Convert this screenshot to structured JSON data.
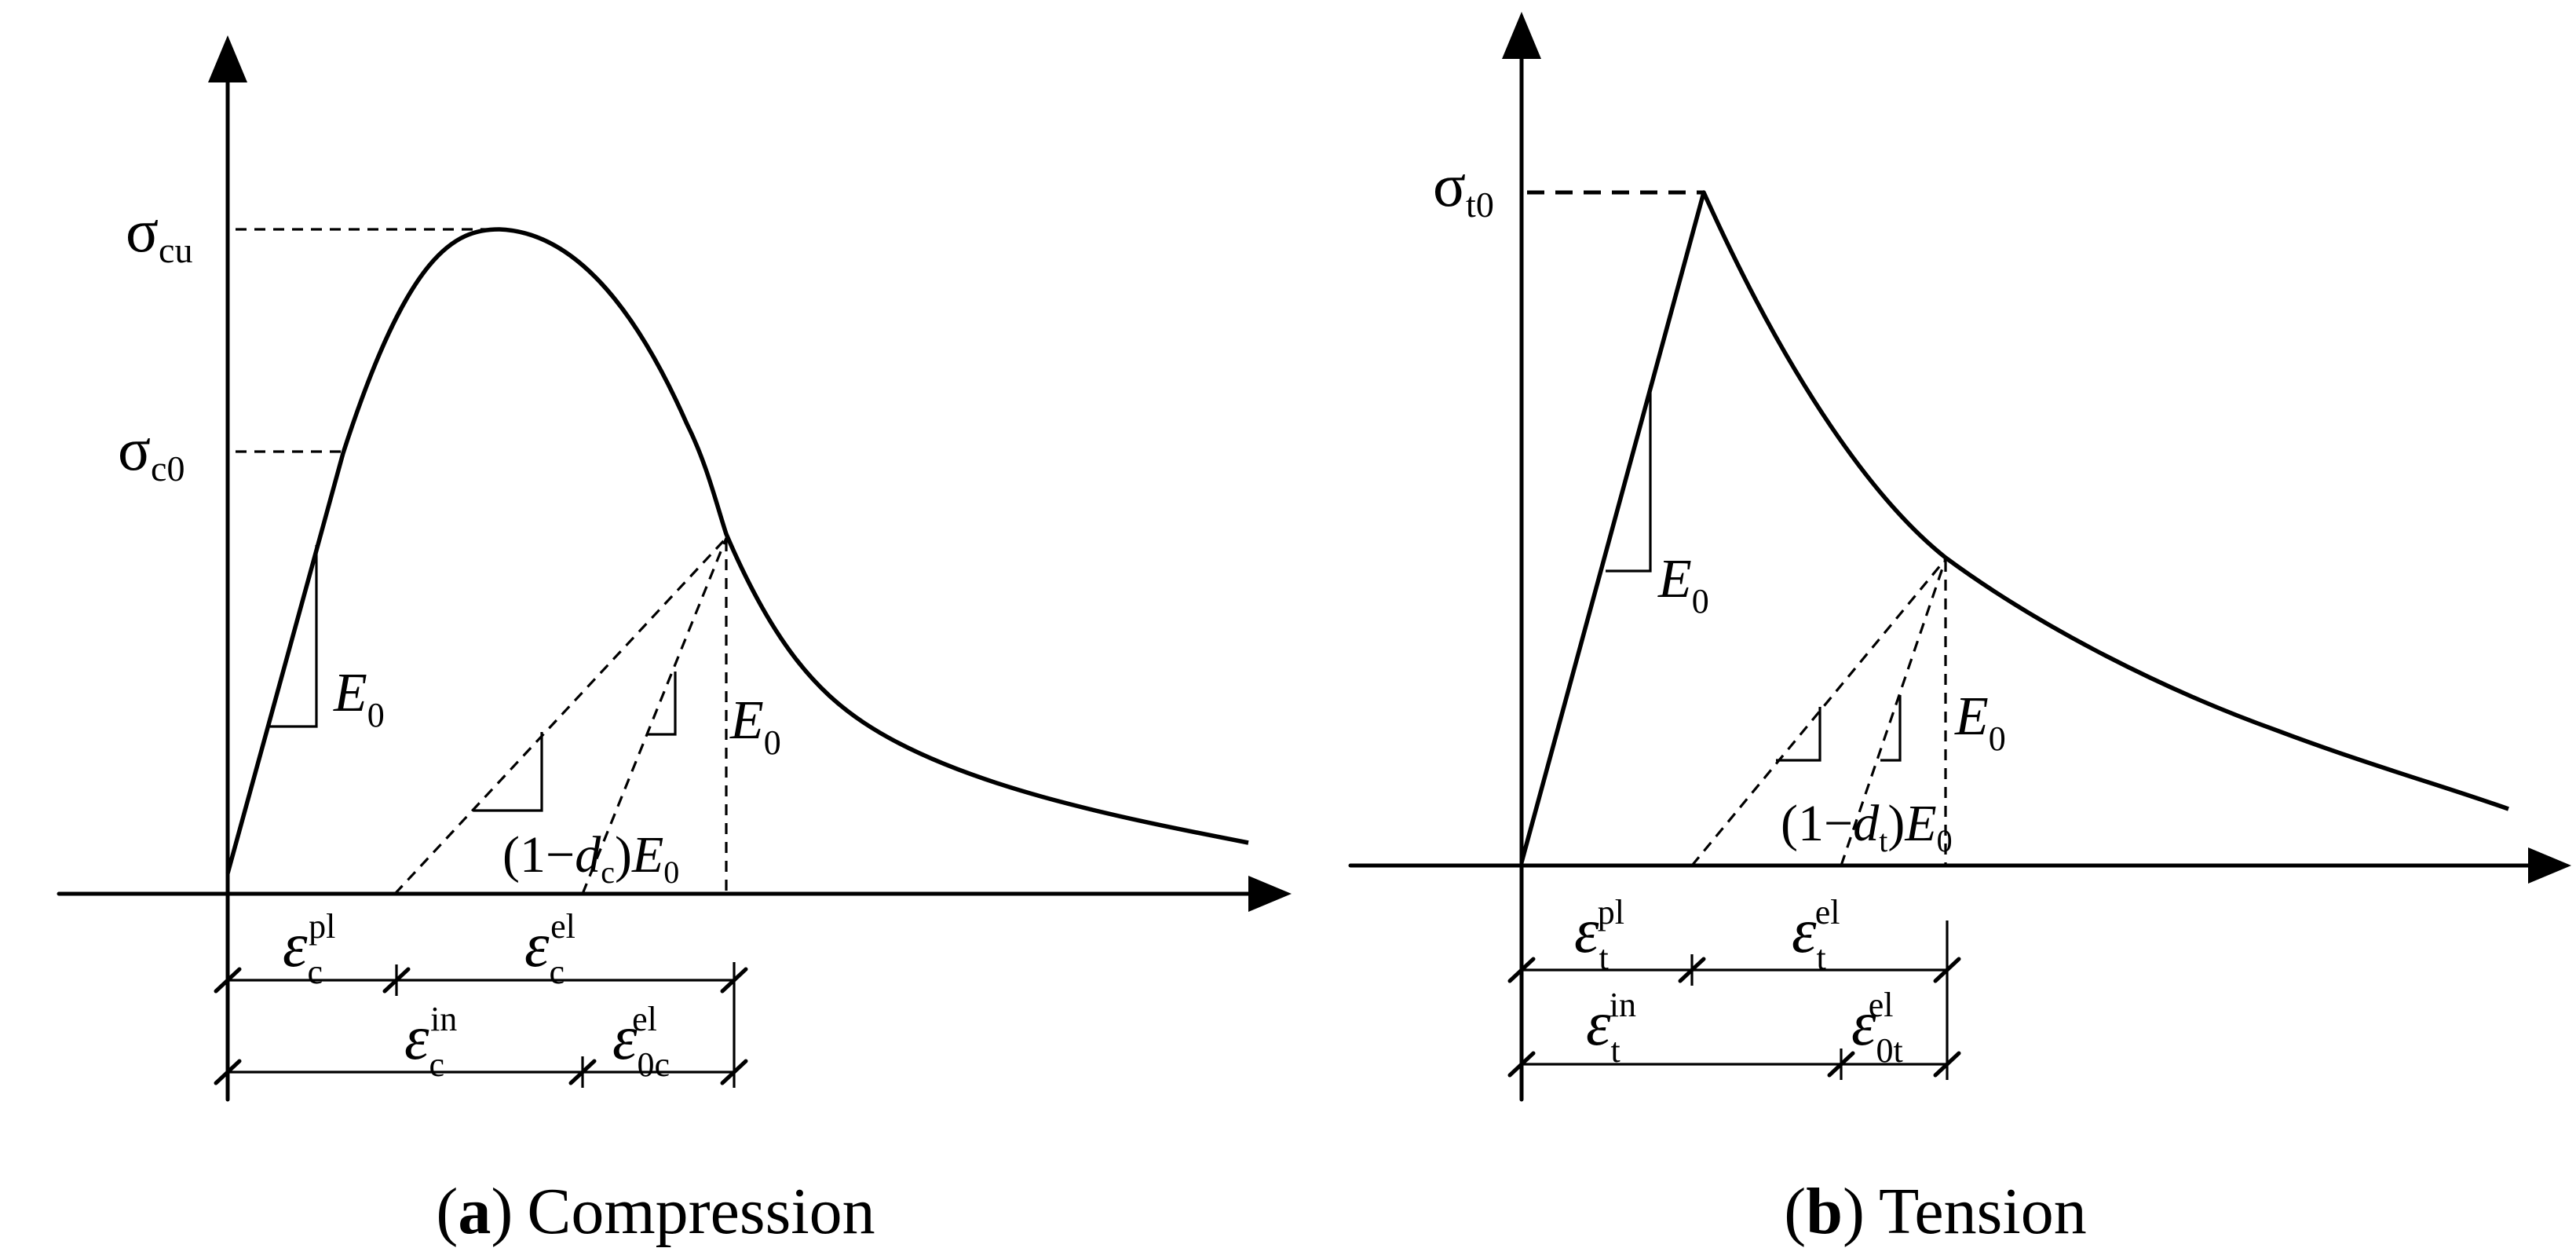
{
  "panel_a": {
    "sigma": "σ",
    "sigma_cu_sub": "cu",
    "sigma_c0_sub": "c0",
    "E": "E",
    "E_sub": "0",
    "damage_prefix": "(1−",
    "damage_d": "d",
    "damage_sub": "c",
    "damage_suffix": ")",
    "epsilon": "ε",
    "pl": "pl",
    "el": "el",
    "in": "in",
    "sub_c": "c",
    "sub_0c": "0c",
    "caption_letter": "a",
    "caption_open": "(",
    "caption_close": ")",
    "caption_text": "Compression"
  },
  "panel_b": {
    "sigma": "σ",
    "sigma_t0_sub": "t0",
    "E": "E",
    "E_sub": "0",
    "damage_prefix": "(1−",
    "damage_d": "d",
    "damage_sub": "t",
    "damage_suffix": ")",
    "epsilon": "ε",
    "pl": "pl",
    "el": "el",
    "in": "in",
    "sub_t": "t",
    "sub_0t": "0t",
    "caption_letter": "b",
    "caption_open": "(",
    "caption_close": ")",
    "caption_text": "Tension"
  }
}
